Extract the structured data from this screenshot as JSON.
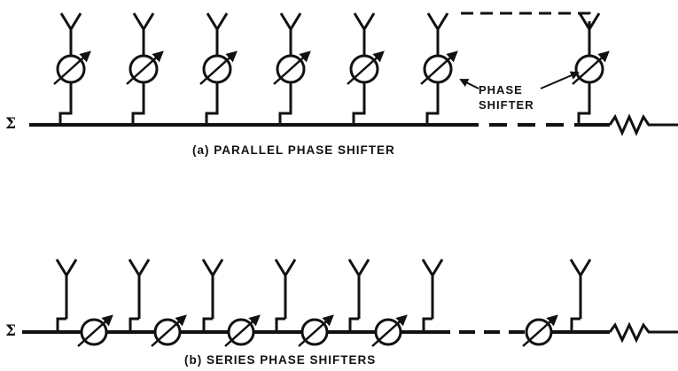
{
  "parallel": {
    "caption": "(a) PARALLEL PHASE SHIFTER",
    "sum_symbol": "Σ",
    "annotation_line1": "PHASE",
    "annotation_line2": "SHIFTER"
  },
  "series": {
    "caption": "(b) SERIES PHASE SHIFTERS",
    "sum_symbol": "Σ"
  }
}
